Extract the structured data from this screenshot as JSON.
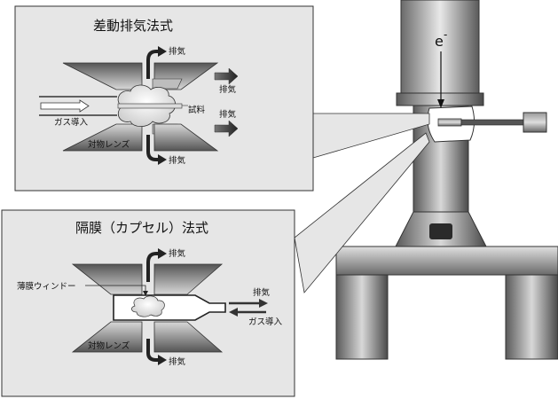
{
  "panel_top": {
    "title": "差動排気法式",
    "labels": {
      "exhaust_top": "排気",
      "exhaust_right_top": "排気",
      "exhaust_right_bottom": "排気",
      "exhaust_bottom": "排気",
      "gas_inlet": "ガス導入",
      "sample": "試料",
      "objective_lens": "対物レンズ"
    }
  },
  "panel_bottom": {
    "title": "隔膜（カプセル）法式",
    "labels": {
      "exhaust_top": "排気",
      "membrane_window": "薄膜ウィンドー",
      "exhaust_right": "排気",
      "gas_inlet": "ガス導入",
      "objective_lens": "対物レンズ",
      "exhaust_bottom": "排気"
    }
  },
  "microscope": {
    "electron_label": "e",
    "electron_superscript": "-"
  }
}
